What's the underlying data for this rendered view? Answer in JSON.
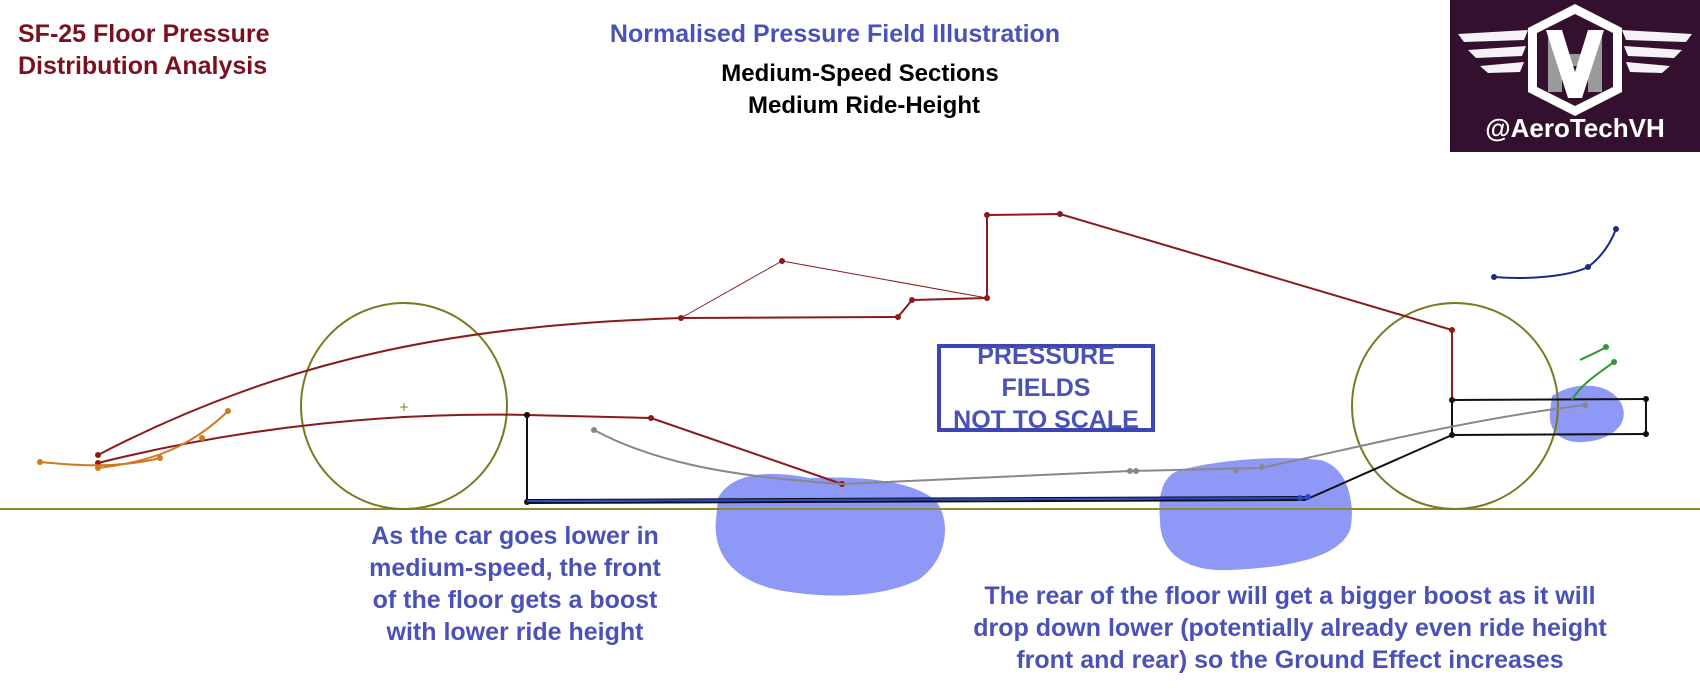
{
  "header": {
    "title_line1": "SF-25 Floor Pressure",
    "title_line2": "Distribution Analysis",
    "main_title": "Normalised Pressure Field Illustration",
    "subtitle_1": "Medium-Speed Sections",
    "subtitle_2": "Medium Ride-Height"
  },
  "logo": {
    "handle": "@AeroTechVH",
    "letters": "VH"
  },
  "annotations": {
    "box_line1": "PRESSURE FIELDS",
    "box_line2": "NOT TO SCALE",
    "front_line1": "As the car goes lower in",
    "front_line2": "medium-speed, the front",
    "front_line3": "of the floor gets a boost",
    "front_line4": "with lower ride height",
    "rear_line1": "The rear of the floor will get a bigger boost as it will",
    "rear_line2": "drop down lower (potentially already even ride height",
    "rear_line3": "front and rear) so the Ground Effect increases"
  },
  "colors": {
    "title_red": "#7a1020",
    "accent_blue": "#4a52b8",
    "pressure_field": "#7a86f5",
    "car_outline": "#8b1a1a",
    "wheel": "#7a7a20",
    "ground": "#8a8a30",
    "logo_bg": "#33102e"
  }
}
